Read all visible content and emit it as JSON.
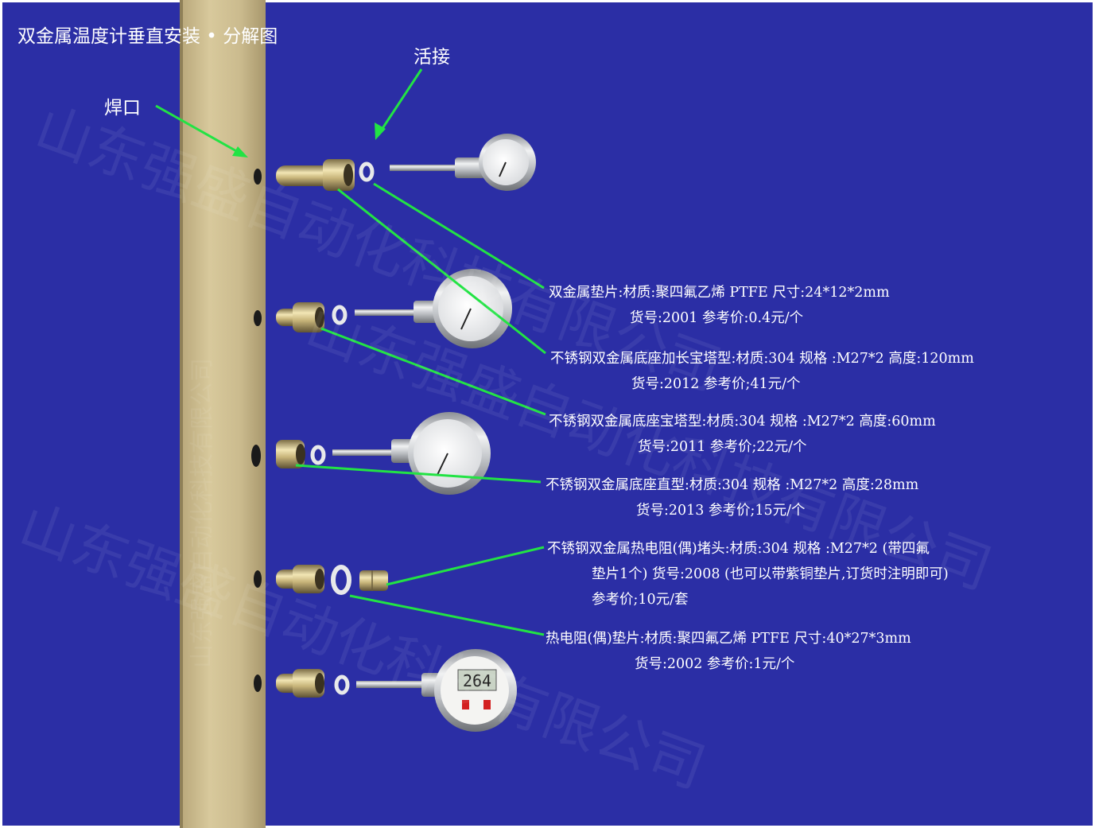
{
  "title": "双金属温度计垂直安装 • 分解图",
  "callouts": {
    "weld": "焊口",
    "union": "活接"
  },
  "specs": [
    {
      "line1": "双金属垫片:材质:聚四氟乙烯 PTFE 尺寸:24*12*2mm",
      "line2": "货号:2001 参考价:0.4元/个"
    },
    {
      "line1": "不锈钢双金属底座加长宝塔型:材质:304 规格 :M27*2 高度:120mm",
      "line2": "货号:2012 参考价;41元/个"
    },
    {
      "line1": "不锈钢双金属底座宝塔型:材质:304 规格 :M27*2 高度:60mm",
      "line2": "货号:2011 参考价;22元/个"
    },
    {
      "line1": "不锈钢双金属底座直型:材质:304 规格 :M27*2 高度:28mm",
      "line2": "货号:2013 参考价;15元/个"
    },
    {
      "line1": "不锈钢双金属热电阻(偶)堵头:材质:304 规格 :M27*2 (带四氟",
      "line2": "垫片1个) 货号:2008 (也可以带紫铜垫片,订货时注明即可)",
      "line3": "参考价;10元/套"
    },
    {
      "line1": "热电阻(偶)垫片:材质:聚四氟乙烯 PTFE 尺寸:40*27*3mm",
      "line2": "货号:2002 参考价:1元/个"
    }
  ],
  "digital_display": "264",
  "watermarks": [
    "山东强盛自动化科技有限公司"
  ],
  "colors": {
    "background": "#2b2ea5",
    "pipe": "#cbbb8e",
    "leader": "#22e344",
    "metal": "#c9ccd0"
  }
}
